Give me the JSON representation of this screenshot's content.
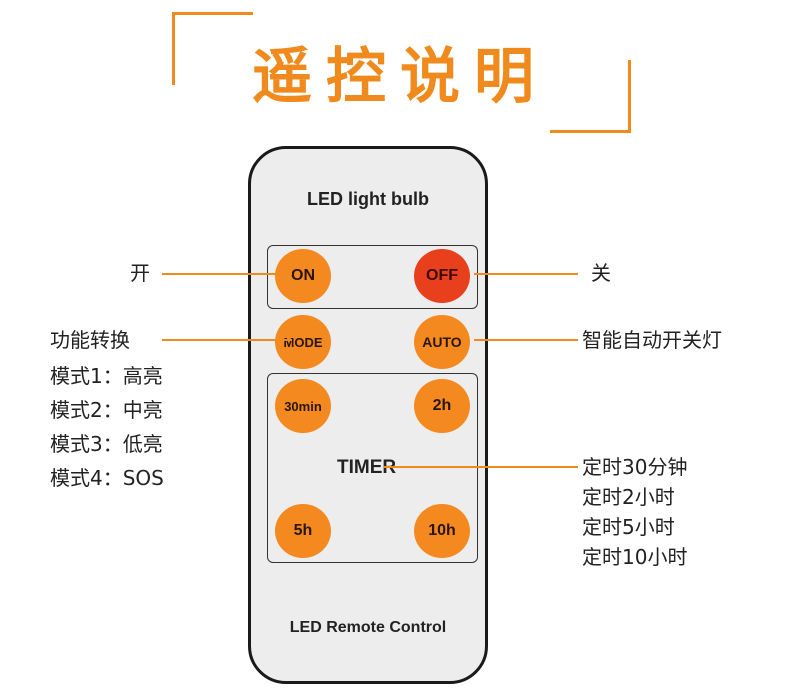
{
  "title": "遥控说明",
  "remote": {
    "top_label": "LED light bulb",
    "bottom_label": "LED Remote Control",
    "buttons": {
      "on": "ON",
      "off": "OFF",
      "mode": "MODE",
      "auto": "AUTO",
      "t30min": "30min",
      "t2h": "2h",
      "t5h": "5h",
      "t10h": "10h"
    },
    "timer_label": "TIMER"
  },
  "annotations": {
    "on": "开",
    "off": "关",
    "mode": "功能转换",
    "modes": [
      "模式1：高亮",
      "模式2：中亮",
      "模式3：低亮",
      "模式4：SOS"
    ],
    "auto": "智能自动开关灯",
    "timer": [
      "定时30分钟",
      "定时2小时",
      "定时5小时",
      "定时10小时"
    ]
  },
  "colors": {
    "accent": "#f08a1c",
    "button": "#f4891f",
    "off_button": "#e8401c",
    "remote_body": "#ededed"
  }
}
